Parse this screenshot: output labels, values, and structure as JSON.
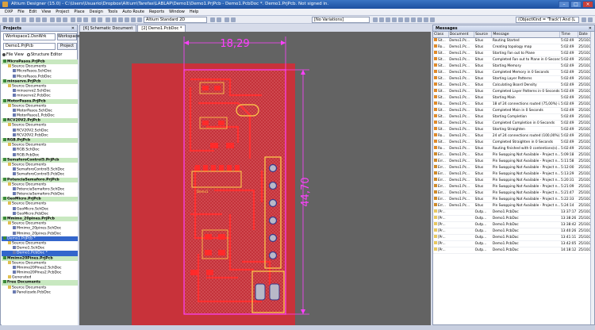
{
  "window": {
    "title": "Altium Designer (15.0) - C:\\Users\\Usuario\\Dropbox\\Altium\\Tarefas\\LABLAP\\Demo1\\Demo1.PrjPcb - Demo1.PcbDoc *. Demo1.PrjPcb. Not signed in."
  },
  "menu": [
    "DXP",
    "File",
    "Edit",
    "View",
    "Project",
    "Place",
    "Design",
    "Tools",
    "Auto Route",
    "Reports",
    "Window",
    "Help"
  ],
  "toolbar": {
    "view_combo": "Altium Standard 2D",
    "variation_combo": "[No Variations]",
    "query_combo": "(ObjectKind = 'Track') And (L"
  },
  "projects_panel": {
    "title": "Projects",
    "workspace_value": "Workspace1.DsnWrk",
    "workspace_button": "Workspace",
    "project_value": "Demo1.PrjPcb",
    "project_button": "Project",
    "file_view": "File View",
    "structure_editor": "Structure Editor"
  },
  "tree": [
    {
      "t": "MicroPasos.PrjPcb",
      "k": "proj",
      "l": 0
    },
    {
      "t": "Source Documents",
      "k": "folder",
      "l": 1
    },
    {
      "t": "MicroPasos.SchDoc",
      "k": "doc",
      "l": 2
    },
    {
      "t": "MicroPasos.PcbDoc",
      "k": "doc",
      "l": 2
    },
    {
      "t": "minservo.PrjPcb",
      "k": "proj",
      "l": 0
    },
    {
      "t": "Source Documents",
      "k": "folder",
      "l": 1
    },
    {
      "t": "minservo2.SchDoc",
      "k": "doc",
      "l": 2
    },
    {
      "t": "minservo2.PcbDoc",
      "k": "doc",
      "l": 2
    },
    {
      "t": "MotorPasos.PrjPcb",
      "k": "proj",
      "l": 0
    },
    {
      "t": "Source Documents",
      "k": "folder",
      "l": 1
    },
    {
      "t": "MotorPasos.SchDoc",
      "k": "doc",
      "l": 2
    },
    {
      "t": "MotorPasos1.PcbDoc",
      "k": "doc",
      "l": 2
    },
    {
      "t": "RCV20V2.PrjPcb",
      "k": "proj",
      "l": 0
    },
    {
      "t": "Source Documents",
      "k": "folder",
      "l": 1
    },
    {
      "t": "RCV20V2.SchDoc",
      "k": "doc",
      "l": 2
    },
    {
      "t": "RCV20V2.PcbDoc",
      "k": "doc",
      "l": 2
    },
    {
      "t": "RGB.PrjPcb",
      "k": "proj",
      "l": 0
    },
    {
      "t": "Source Documents",
      "k": "folder",
      "l": 1
    },
    {
      "t": "RGB.SchDoc",
      "k": "doc",
      "l": 2
    },
    {
      "t": "RGB.PcbDoc",
      "k": "doc",
      "l": 2
    },
    {
      "t": "SemaforoControl5.PrjPcb",
      "k": "proj",
      "l": 0
    },
    {
      "t": "Source Documents",
      "k": "folder",
      "l": 1
    },
    {
      "t": "SemaforoControl5.SchDoc",
      "k": "doc",
      "l": 2
    },
    {
      "t": "SemaforoControl5.PcbDoc",
      "k": "doc",
      "l": 2
    },
    {
      "t": "PotenciaSemaforo.PrjPcb",
      "k": "proj",
      "l": 0
    },
    {
      "t": "Source Documents",
      "k": "folder",
      "l": 1
    },
    {
      "t": "PotenciaSemaforo.SchDoc",
      "k": "doc",
      "l": 2
    },
    {
      "t": "PotenciaSemaforo.PcbDoc",
      "k": "doc",
      "l": 2
    },
    {
      "t": "GeoMicro.PrjPcb",
      "k": "proj",
      "l": 0
    },
    {
      "t": "Source Documents",
      "k": "folder",
      "l": 1
    },
    {
      "t": "GeoMicro.SchDoc",
      "k": "doc",
      "l": 2
    },
    {
      "t": "GeoMicro.PcbDoc",
      "k": "doc",
      "l": 2
    },
    {
      "t": "Mmimo_20pines.PrjPcb",
      "k": "proj",
      "l": 0
    },
    {
      "t": "Source Documents",
      "k": "folder",
      "l": 1
    },
    {
      "t": "Mmimo_20pines.SchDoc",
      "k": "doc",
      "l": 2
    },
    {
      "t": "Mmimo_20pines.PcbDoc",
      "k": "doc",
      "l": 2
    },
    {
      "t": "Demo1.PrjPcb *",
      "k": "sel",
      "l": 0
    },
    {
      "t": "Source Documents",
      "k": "folder",
      "l": 1
    },
    {
      "t": "Demo1.SchDoc",
      "k": "doc",
      "l": 2
    },
    {
      "t": "Demo1.PcbDoc *",
      "k": "sel",
      "l": 2
    },
    {
      "t": "Mmimo20Pines.PrjPcb",
      "k": "proj",
      "l": 0
    },
    {
      "t": "Source Documents",
      "k": "folder",
      "l": 1
    },
    {
      "t": "Mmimo20Pines2.SchDoc",
      "k": "doc",
      "l": 2
    },
    {
      "t": "Mmimo20Pines2.PcbDoc",
      "k": "doc",
      "l": 2
    },
    {
      "t": "Generated",
      "k": "folder",
      "l": 1
    },
    {
      "t": "Free Documents",
      "k": "proj",
      "l": 0
    },
    {
      "t": "Source Documents",
      "k": "folder",
      "l": 1
    },
    {
      "t": "Panelizado.PcbDoc",
      "k": "doc",
      "l": 2
    }
  ],
  "tabs": [
    "[6] Schematic Document",
    "[2] Demo1.PcbDoc *"
  ],
  "board": {
    "dim_width": "18,29",
    "dim_height": "44,70",
    "component_label": "Demo1"
  },
  "messages_panel": {
    "title": "Messages",
    "columns": [
      "Class",
      "Document",
      "Source",
      "Message",
      "Time",
      "Date"
    ],
    "rows": [
      [
        "Sit...",
        "Demo1.Pc...",
        "Situs",
        "Routing Started",
        "5:02:49",
        "25/10/2..."
      ],
      [
        "Ro...",
        "Demo1.Pc...",
        "Situs",
        "Creating topology map",
        "5:02:49",
        "25/10/2..."
      ],
      [
        "Sit...",
        "Demo1.Pc...",
        "Situs",
        "Starting Fan out to Plane",
        "5:02:49",
        "25/10/2..."
      ],
      [
        "Sit...",
        "Demo1.Pc...",
        "Situs",
        "Completed Fan out to Plane in 0 Seconds",
        "5:02:49",
        "25/10/2..."
      ],
      [
        "Sit...",
        "Demo1.Pc...",
        "Situs",
        "Starting Memory",
        "5:02:49",
        "25/10/2..."
      ],
      [
        "Sit...",
        "Demo1.Pc...",
        "Situs",
        "Completed Memory in 0 Seconds",
        "5:02:49",
        "25/10/2..."
      ],
      [
        "Sit...",
        "Demo1.Pc...",
        "Situs",
        "Starting Layer Patterns",
        "5:02:49",
        "25/10/2..."
      ],
      [
        "Sit...",
        "Demo1.Pc...",
        "Situs",
        "Calculating Board Density",
        "5:02:49",
        "25/10/2..."
      ],
      [
        "Sit...",
        "Demo1.Pc...",
        "Situs",
        "Completed Layer Patterns in 0 Seconds",
        "5:02:49",
        "25/10/2..."
      ],
      [
        "Sit...",
        "Demo1.Pc...",
        "Situs",
        "Starting Main",
        "5:02:49",
        "25/10/2..."
      ],
      [
        "Ro...",
        "Demo1.Pc...",
        "Situs",
        "18 of 24 connections routed (75,00%) i...",
        "5:02:49",
        "25/10/2..."
      ],
      [
        "Sit...",
        "Demo1.Pc...",
        "Situs",
        "Completed Main in 0 Seconds",
        "5:02:49",
        "25/10/2..."
      ],
      [
        "Sit...",
        "Demo1.Pc...",
        "Situs",
        "Starting Completion",
        "5:02:49",
        "25/10/2..."
      ],
      [
        "Sit...",
        "Demo1.Pc...",
        "Situs",
        "Completed Completion in 0 Seconds",
        "5:02:49",
        "25/10/2..."
      ],
      [
        "Sit...",
        "Demo1.Pc...",
        "Situs",
        "Starting Straighten",
        "5:02:49",
        "25/10/2..."
      ],
      [
        "Ro...",
        "Demo1.Pc...",
        "Situs",
        "24 of 24 connections routed (100,00%)...",
        "5:02:49",
        "25/10/2..."
      ],
      [
        "Sit...",
        "Demo1.Pc...",
        "Situs",
        "Completed Straighten in 0 Seconds",
        "5:02:49",
        "25/10/2..."
      ],
      [
        "Ro...",
        "Demo1.Pc...",
        "Situs",
        "Routing finished  with 0 contentions(s)...",
        "5:02:49",
        "25/10/2..."
      ],
      [
        "Err...",
        "Demo1.Pc...",
        "Situs",
        "Pin Swapping Not Available - Project n...",
        "5:09:18",
        "25/10/2..."
      ],
      [
        "Err...",
        "Demo1.Pc...",
        "Situs",
        "Pin Swapping Not Available - Project n...",
        "5:11:58",
        "25/10/2..."
      ],
      [
        "Err...",
        "Demo1.Pc...",
        "Situs",
        "Pin Swapping Not Available - Project n...",
        "5:12:00",
        "25/10/2..."
      ],
      [
        "Err...",
        "Demo1.Pc...",
        "Situs",
        "Pin Swapping Not Available - Project n...",
        "5:13:29",
        "25/10/2..."
      ],
      [
        "Err...",
        "Demo1.Pc...",
        "Situs",
        "Pin Swapping Not Available - Project n...",
        "5:20:31",
        "25/10/2..."
      ],
      [
        "Err...",
        "Demo1.Pc...",
        "Situs",
        "Pin Swapping Not Available - Project n...",
        "5:21:09",
        "25/10/2..."
      ],
      [
        "Err...",
        "Demo1.Pc...",
        "Situs",
        "Pin Swapping Not Available - Project n...",
        "5:21:47",
        "25/10/2..."
      ],
      [
        "Err...",
        "Demo1.Pc...",
        "Situs",
        "Pin Swapping Not Available - Project n...",
        "5:22:33",
        "25/10/2..."
      ],
      [
        "Err...",
        "Demo1.Pc...",
        "Situs",
        "Pin Swapping Not Available - Project n...",
        "5:24:14",
        "25/10/2..."
      ],
      [
        "[Pr...",
        "",
        "Outp...",
        "Demo1.PcbDoc",
        "13:37:17",
        "25/10/2..."
      ],
      [
        "[Pr...",
        "",
        "Outp...",
        "Demo1.PcbDoc",
        "13:38:26",
        "25/10/2..."
      ],
      [
        "[Pr...",
        "",
        "Outp...",
        "Demo1.PcbDoc",
        "13:38:42",
        "25/10/2..."
      ],
      [
        "[Pr...",
        "",
        "Outp...",
        "Demo1.PcbDoc",
        "13:40:26",
        "25/10/2..."
      ],
      [
        "[Pr...",
        "",
        "Outp...",
        "Demo1.PcbDoc",
        "13:41:11",
        "25/10/2..."
      ],
      [
        "[Pr...",
        "",
        "Outp...",
        "Demo1.PcbDoc",
        "13:42:05",
        "25/10/2..."
      ],
      [
        "[Pr...",
        "",
        "Outp...",
        "Demo1.PcbDoc",
        "14:18:12",
        "25/10/2..."
      ]
    ]
  }
}
